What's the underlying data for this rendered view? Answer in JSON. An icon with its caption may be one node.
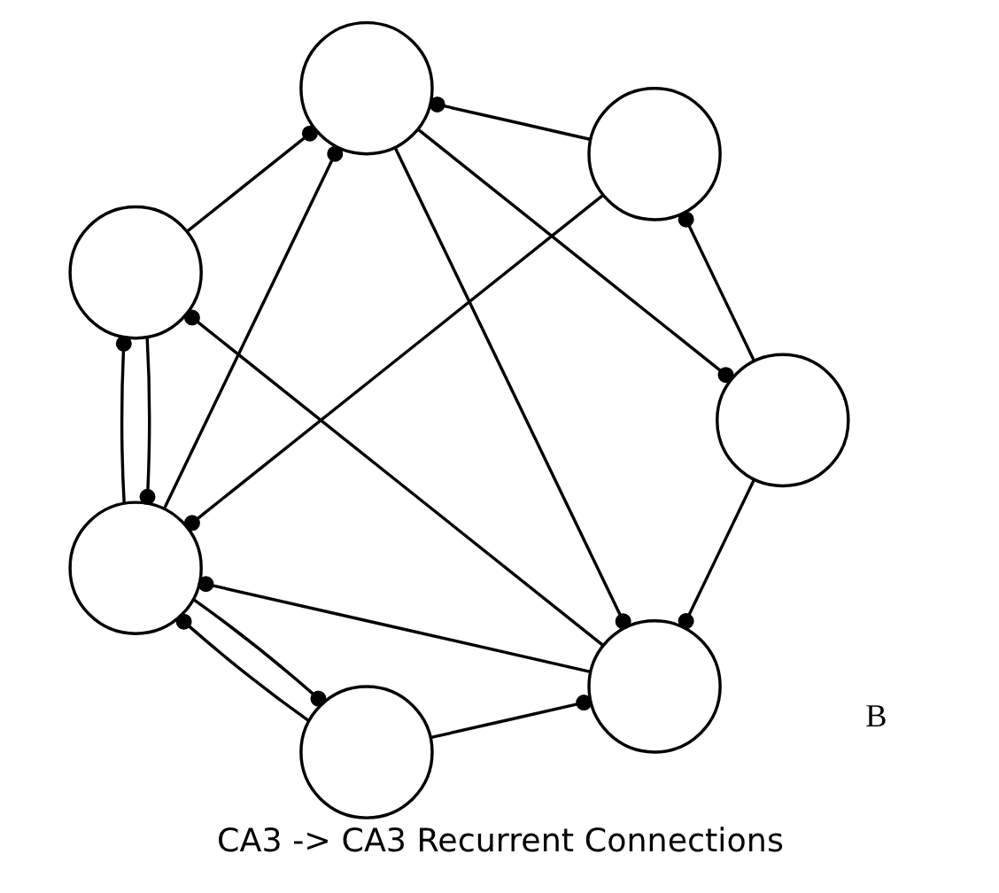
{
  "diagram": {
    "caption": "CA3 -> CA3 Recurrent Connections",
    "nodes": [
      {
        "text": [],
        "shape": "circle"
      },
      {
        "text": [],
        "shape": "circle"
      },
      {
        "text": [],
        "shape": "circle"
      },
      {
        "text": [],
        "shape": "circle"
      },
      {
        "text": [],
        "shape": "circle"
      },
      {
        "text": [],
        "shape": "circle"
      },
      {
        "text": [],
        "shape": "circle"
      }
    ],
    "edges": [
      {
        "from": 1,
        "to": 0,
        "arrow": "other"
      },
      {
        "from": 1,
        "to": 3,
        "arrow": "other"
      },
      {
        "from": 5,
        "to": 1,
        "arrow": "other"
      },
      {
        "from": 5,
        "to": 0,
        "arrow": "other"
      },
      {
        "from": 0,
        "to": 6,
        "arrow": "other"
      },
      {
        "from": 0,
        "to": 2,
        "arrow": "other"
      },
      {
        "from": 4,
        "to": 0,
        "arrow": "other"
      },
      {
        "from": 2,
        "to": 5,
        "arrow": "other"
      },
      {
        "from": 2,
        "to": 6,
        "arrow": "other"
      },
      {
        "from": 6,
        "to": 2,
        "arrow": "other"
      },
      {
        "from": 4,
        "to": 6,
        "arrow": "other"
      },
      {
        "from": 6,
        "to": 5,
        "arrow": "other"
      },
      {
        "from": 6,
        "to": 4,
        "arrow": "other"
      },
      {
        "from": 3,
        "to": 6,
        "arrow": "other"
      },
      {
        "from": 3,
        "to": 5,
        "arrow": "other"
      }
    ],
    "labels": [
      "B"
    ]
  }
}
